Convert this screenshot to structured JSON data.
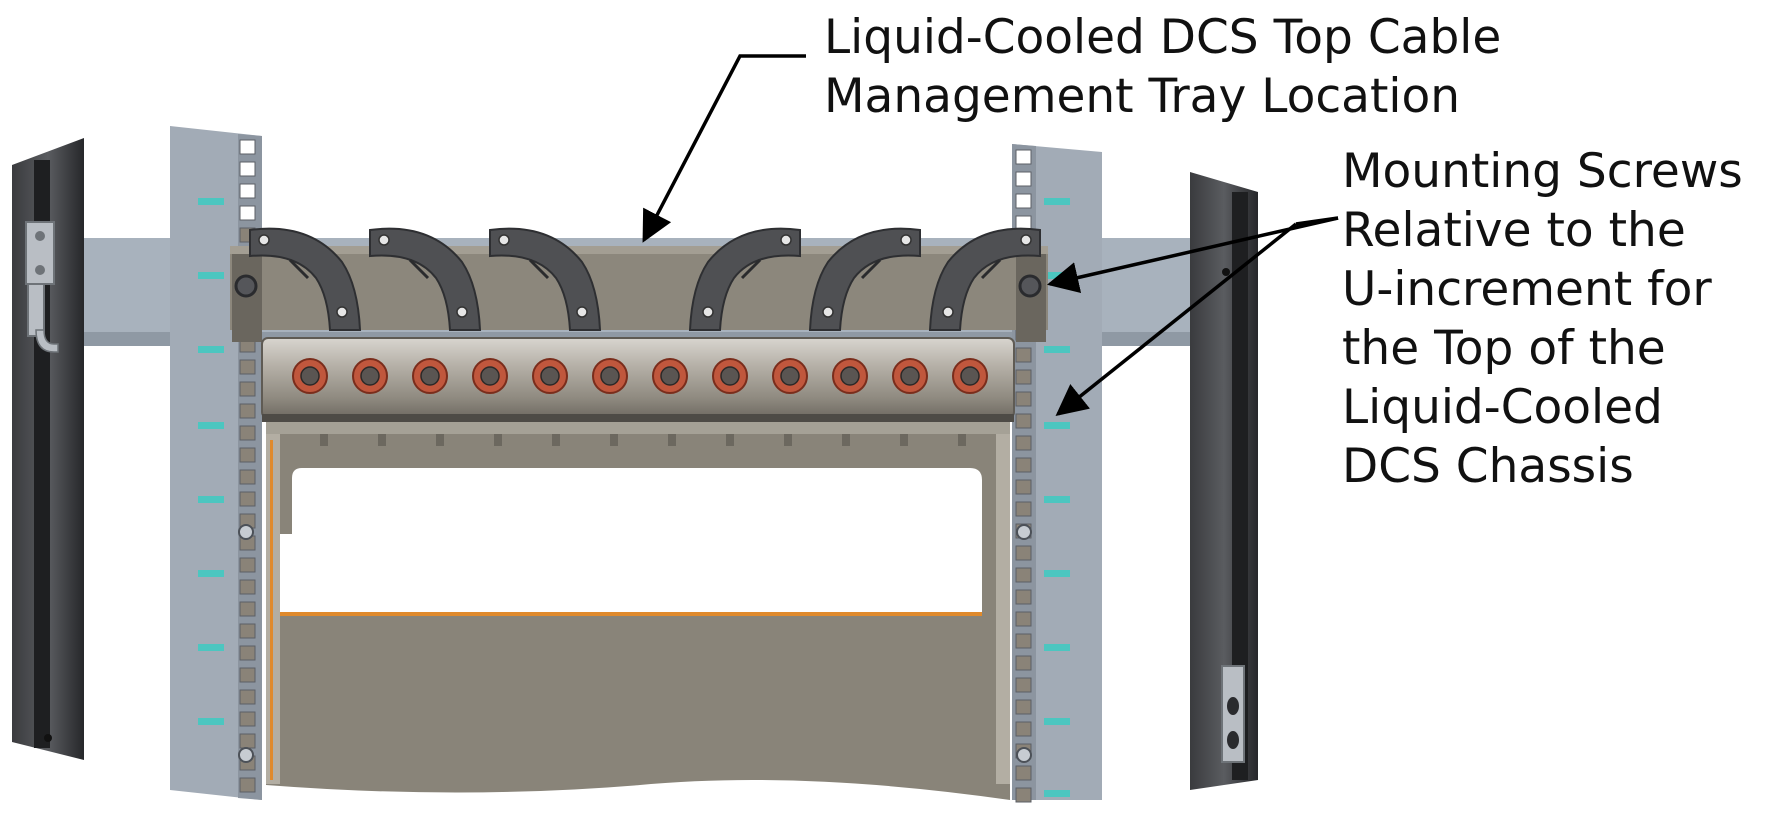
{
  "callouts": {
    "tray": {
      "line1": "Liquid-Cooled DCS Top Cable",
      "line2": "Management Tray Location"
    },
    "screws": {
      "line1": "Mounting Screws",
      "line2": "Relative to the",
      "line3": "U-increment for",
      "line4": "the Top of the",
      "line5": "Liquid-Cooled",
      "line6": "DCS Chassis"
    }
  },
  "colors": {
    "rail": "#a2abb6",
    "rail_dark": "#7f8893",
    "crossbar": "#a8b2bd",
    "marker": "#4cc6c0",
    "door_frame": "#2f3033",
    "tray_body": "#8c877c",
    "bracket": "#4f5053",
    "roller": "#a39e95",
    "screw_ring": "#c0573d",
    "chassis": "#898479",
    "chassis_window": "#ffffff",
    "orange_line": "#e08a2c",
    "arrow": "#000000"
  }
}
